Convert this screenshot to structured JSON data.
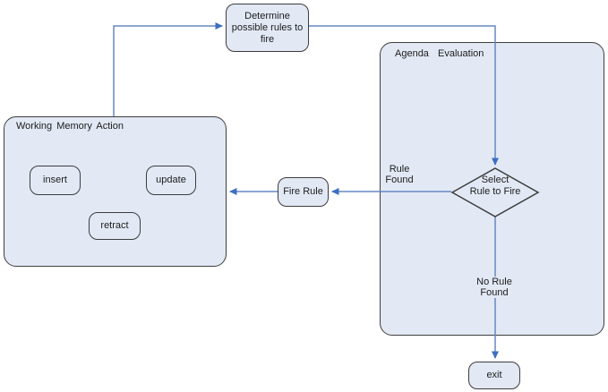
{
  "diagram": {
    "title": "Rule engine execution cycle flowchart",
    "colors": {
      "background": "#ffffff",
      "node_fill": "#e2e9f5",
      "node_border": "#3d3d3d",
      "connector": "#6688c4",
      "arrowhead": "#3e6fc0",
      "text": "#1c1c1c"
    },
    "nodes": {
      "determine": {
        "label": "Determine\npossible rules to\nfire",
        "shape": "rounded-rect"
      },
      "agenda": {
        "label": "Agenda  Evaluation",
        "shape": "rounded-rect-container"
      },
      "working_memory": {
        "label": "Working Memory Action",
        "shape": "rounded-rect-container"
      },
      "insert": {
        "label": "insert",
        "shape": "rounded-rect"
      },
      "update": {
        "label": "update",
        "shape": "rounded-rect"
      },
      "retract": {
        "label": "retract",
        "shape": "rounded-rect"
      },
      "fire_rule": {
        "label": "Fire Rule",
        "shape": "rounded-rect"
      },
      "select_rule": {
        "label": "Select\nRule to Fire",
        "shape": "diamond"
      },
      "exit": {
        "label": "exit",
        "shape": "rounded-rect"
      }
    },
    "edge_labels": {
      "rule_found": "Rule\nFound",
      "no_rule_found": "No Rule\nFound"
    },
    "edges": [
      {
        "from": "working_memory",
        "to": "determine",
        "label": ""
      },
      {
        "from": "determine",
        "to": "select_rule",
        "label": ""
      },
      {
        "from": "select_rule",
        "to": "fire_rule",
        "label": "Rule Found"
      },
      {
        "from": "fire_rule",
        "to": "working_memory",
        "label": ""
      },
      {
        "from": "select_rule",
        "to": "exit",
        "label": "No Rule Found"
      }
    ]
  }
}
